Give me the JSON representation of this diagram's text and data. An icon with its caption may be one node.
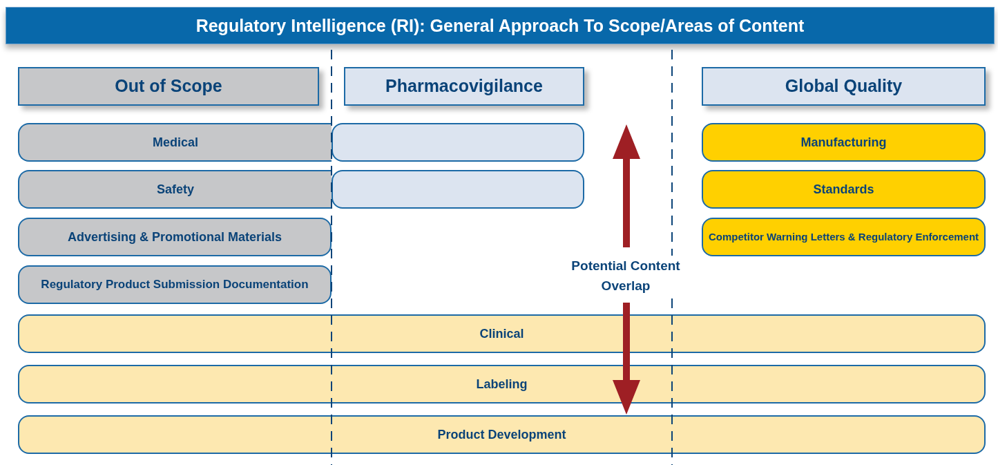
{
  "diagram": {
    "title": "Regulatory Intelligence (RI): General Approach To Scope/Areas of Content",
    "nodes": [
      {
        "text": [
          "Out of Scope"
        ]
      },
      {
        "text": [
          "Pharmacovigilance"
        ]
      },
      {
        "text": [
          "Global Quality"
        ]
      },
      {
        "text": [
          "Medical"
        ]
      },
      {
        "text": [],
        "shape": "box"
      },
      {
        "text": [
          "Manufacturing"
        ]
      },
      {
        "text": [
          "Safety"
        ]
      },
      {
        "text": [],
        "shape": "box"
      },
      {
        "text": [
          "Standards"
        ]
      },
      {
        "text": [
          "Advertising & Promotional Materials"
        ]
      },
      {
        "text": [
          "Competitor Warning Letters & Regulatory Enforcement"
        ]
      },
      {
        "text": [
          "Regulatory Product Submission Documentation"
        ]
      },
      {
        "text": [
          "Clinical"
        ]
      },
      {
        "text": [
          "Labeling"
        ]
      },
      {
        "text": [
          "Product Development"
        ]
      }
    ],
    "edges": [],
    "labels": [
      "Potential Content Overlap"
    ]
  }
}
